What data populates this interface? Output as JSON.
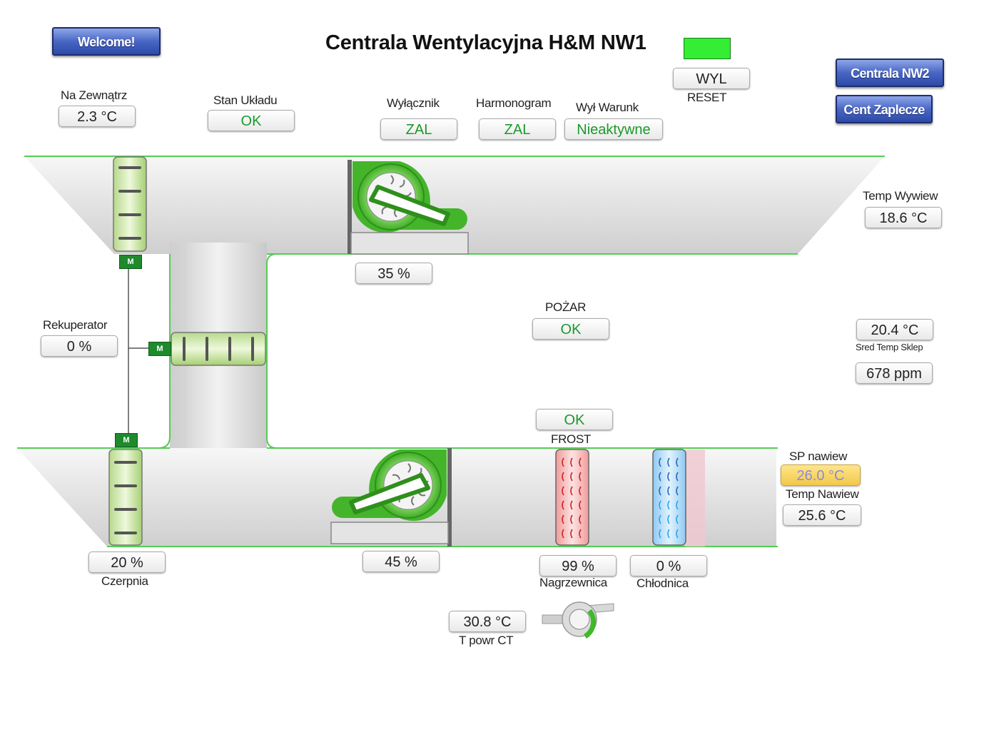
{
  "title": "Centrala Wentylacyjna H&M NW1",
  "colors": {
    "accent_green": "#33ee33",
    "ok_green": "#1a9a2a",
    "duct_line": "#55cc55",
    "nav_blue": "#3a5ab8",
    "setpoint_yellow": "#f6d060"
  },
  "buttons": {
    "welcome": "Welcome!",
    "centrala_nw2": "Centrala NW2",
    "cent_zaplecze": "Cent Zaplecze",
    "wyl": "WYL",
    "reset": "RESET"
  },
  "status": {
    "na_zewnatrz": {
      "label": "Na Zewnątrz",
      "value": "2.3 °C"
    },
    "stan_ukladu": {
      "label": "Stan Układu",
      "value": "OK"
    },
    "wylacznik": {
      "label": "Wyłącznik",
      "value": "ZAL"
    },
    "harmonogram": {
      "label": "Harmonogram",
      "value": "ZAL"
    },
    "wyl_warunk": {
      "label": "Wył Warunk",
      "value": "Nieaktywne"
    },
    "temp_wywiew": {
      "label": "Temp Wywiew",
      "value": "18.6 °C"
    },
    "exhaust_fan": {
      "value": "35 %"
    },
    "rekuperator": {
      "label": "Rekuperator",
      "value": "0 %"
    },
    "pozar": {
      "label": "POŻAR",
      "value": "OK"
    },
    "sred_temp": {
      "label": "Sred Temp Sklep",
      "value": "20.4 °C"
    },
    "co2": {
      "value": "678 ppm"
    },
    "frost": {
      "label": "FROST",
      "value": "OK"
    },
    "sp_nawiew": {
      "label": "SP nawiew",
      "value": "26.0 °C"
    },
    "temp_nawiew": {
      "label": "Temp Nawiew",
      "value": "25.6 °C"
    },
    "czerpnia": {
      "label": "Czerpnia",
      "value": "20 %"
    },
    "supply_fan": {
      "value": "45 %"
    },
    "nagrzewnica": {
      "label": "Nagrzewnica",
      "value": "99 %"
    },
    "chlodnica": {
      "label": "Chłodnica",
      "value": "0 %"
    },
    "t_powr_ct": {
      "label": "T powr CT",
      "value": "30.8 °C"
    }
  },
  "motor_label": "M"
}
